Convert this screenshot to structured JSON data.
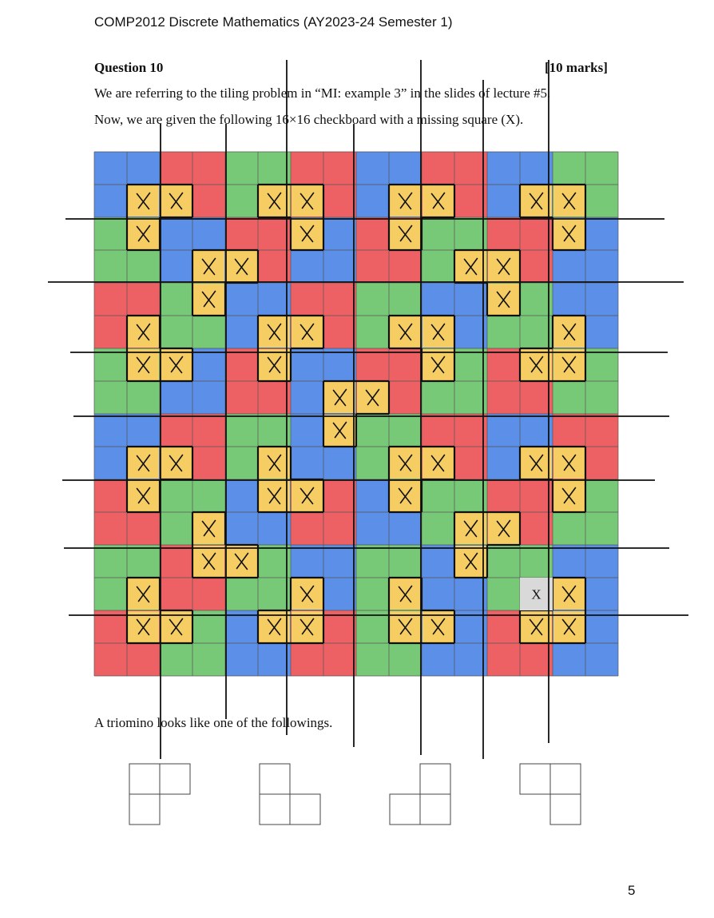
{
  "header": "COMP2012 Discrete Mathematics (AY2023-24 Semester 1)",
  "question": {
    "title": "Question 10",
    "marks": "[10 marks]",
    "line1": "We are referring to the tiling problem in “MI: example 3” in the slides of lecture #5.",
    "line2": "Now, we are given the following 16×16 checkboard with a missing square (X).",
    "missing_label": "X",
    "triomino_caption": "A triomino looks like one of the followings."
  },
  "board": {
    "size": 16,
    "missing_square": {
      "row": 13,
      "col": 13
    },
    "quadrant_colors": {
      "blue": "#4d86e6",
      "red": "#ec5356",
      "green": "#6cc46b"
    },
    "tile_color": "#f5cd62",
    "grid_line_color": "#555555"
  },
  "page_number": "5"
}
